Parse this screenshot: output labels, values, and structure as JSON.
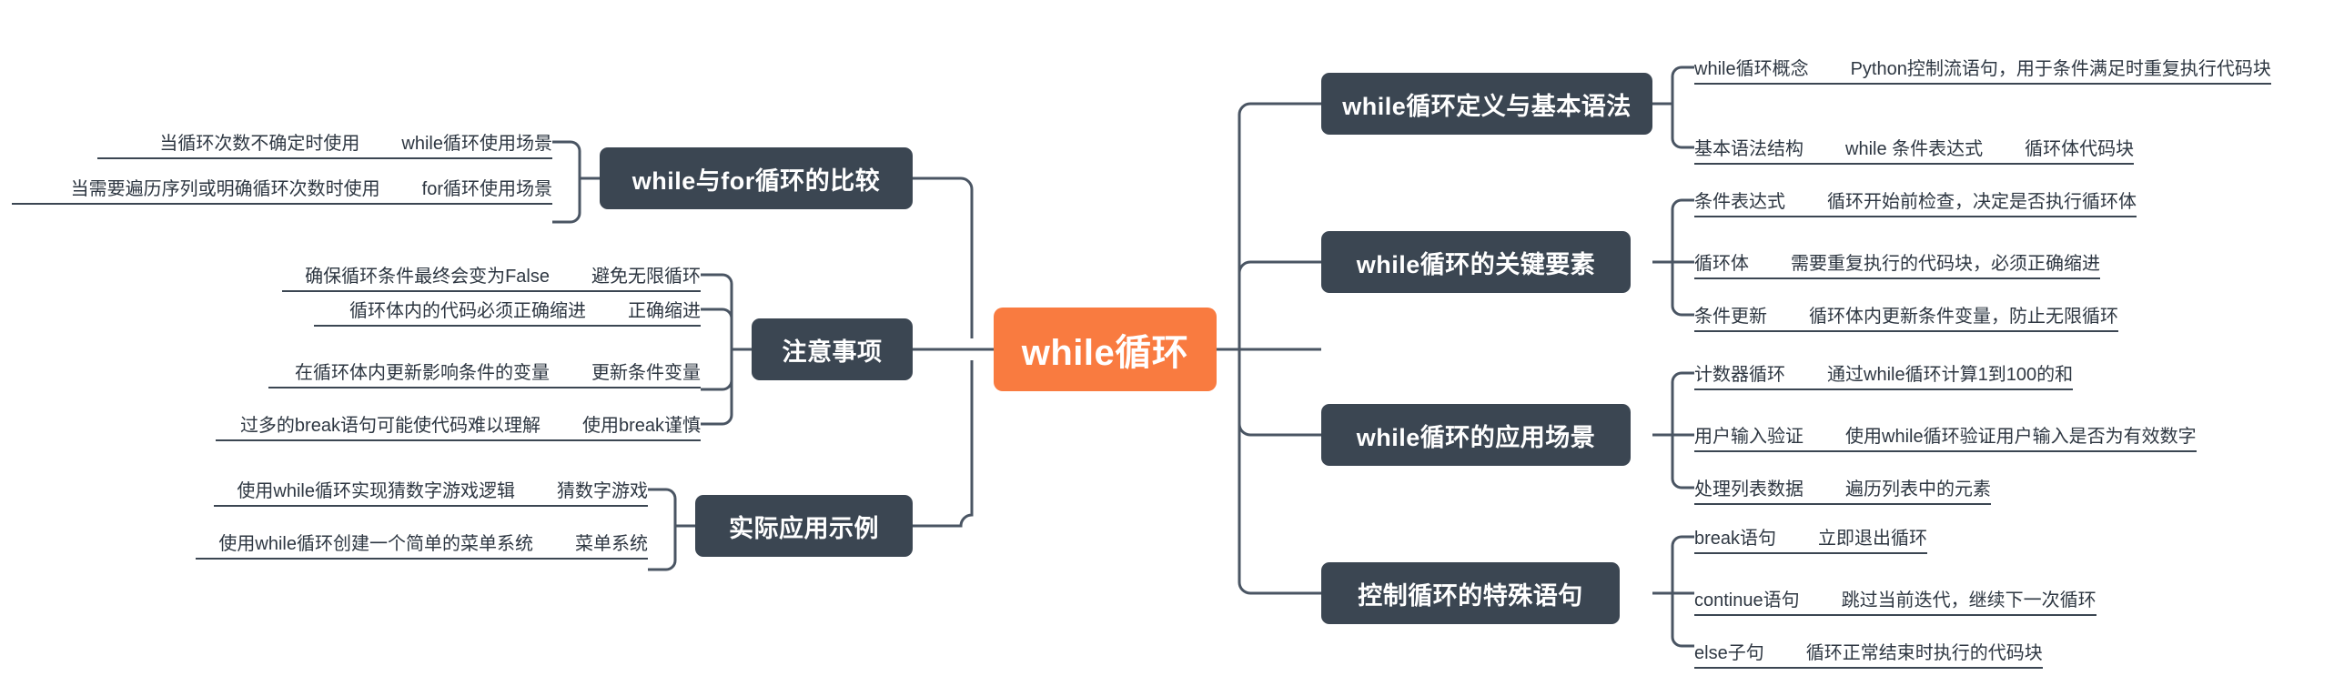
{
  "root": {
    "label": "while循环",
    "color": "#F97B40"
  },
  "theme": {
    "branch_color": "#3B4652",
    "line_color": "#4a5563",
    "text_color": "#2e3742"
  },
  "right_branches": [
    {
      "label": "while循环定义与基本语法",
      "children": [
        {
          "title": "while循环概念",
          "desc": "Python控制流语句，用于条件满足时重复执行代码块",
          "extra": ""
        },
        {
          "title": "基本语法结构",
          "desc": "while 条件表达式",
          "extra": "循环体代码块"
        }
      ]
    },
    {
      "label": "while循环的关键要素",
      "children": [
        {
          "title": "条件表达式",
          "desc": "循环开始前检查，决定是否执行循环体",
          "extra": ""
        },
        {
          "title": "循环体",
          "desc": "需要重复执行的代码块，必须正确缩进",
          "extra": ""
        },
        {
          "title": "条件更新",
          "desc": "循环体内更新条件变量，防止无限循环",
          "extra": ""
        }
      ]
    },
    {
      "label": "while循环的应用场景",
      "children": [
        {
          "title": "计数器循环",
          "desc": "通过while循环计算1到100的和",
          "extra": ""
        },
        {
          "title": "用户输入验证",
          "desc": "使用while循环验证用户输入是否为有效数字",
          "extra": ""
        },
        {
          "title": "处理列表数据",
          "desc": "遍历列表中的元素",
          "extra": ""
        }
      ]
    },
    {
      "label": "控制循环的特殊语句",
      "children": [
        {
          "title": "break语句",
          "desc": "立即退出循环",
          "extra": ""
        },
        {
          "title": "continue语句",
          "desc": "跳过当前迭代，继续下一次循环",
          "extra": ""
        },
        {
          "title": "else子句",
          "desc": "循环正常结束时执行的代码块",
          "extra": ""
        }
      ]
    }
  ],
  "left_branches": [
    {
      "label": "while与for循环的比较",
      "children": [
        {
          "desc": "当循环次数不确定时使用",
          "title": "while循环使用场景"
        },
        {
          "desc": "当需要遍历序列或明确循环次数时使用",
          "title": "for循环使用场景"
        }
      ]
    },
    {
      "label": "注意事项",
      "children": [
        {
          "desc": "确保循环条件最终会变为False",
          "title": "避免无限循环"
        },
        {
          "desc": "循环体内的代码必须正确缩进",
          "title": "正确缩进"
        },
        {
          "desc": "在循环体内更新影响条件的变量",
          "title": "更新条件变量"
        },
        {
          "desc": "过多的break语句可能使代码难以理解",
          "title": "使用break谨慎"
        }
      ]
    },
    {
      "label": "实际应用示例",
      "children": [
        {
          "desc": "使用while循环实现猜数字游戏逻辑",
          "title": "猜数字游戏"
        },
        {
          "desc": "使用while循环创建一个简单的菜单系统",
          "title": "菜单系统"
        }
      ]
    }
  ]
}
